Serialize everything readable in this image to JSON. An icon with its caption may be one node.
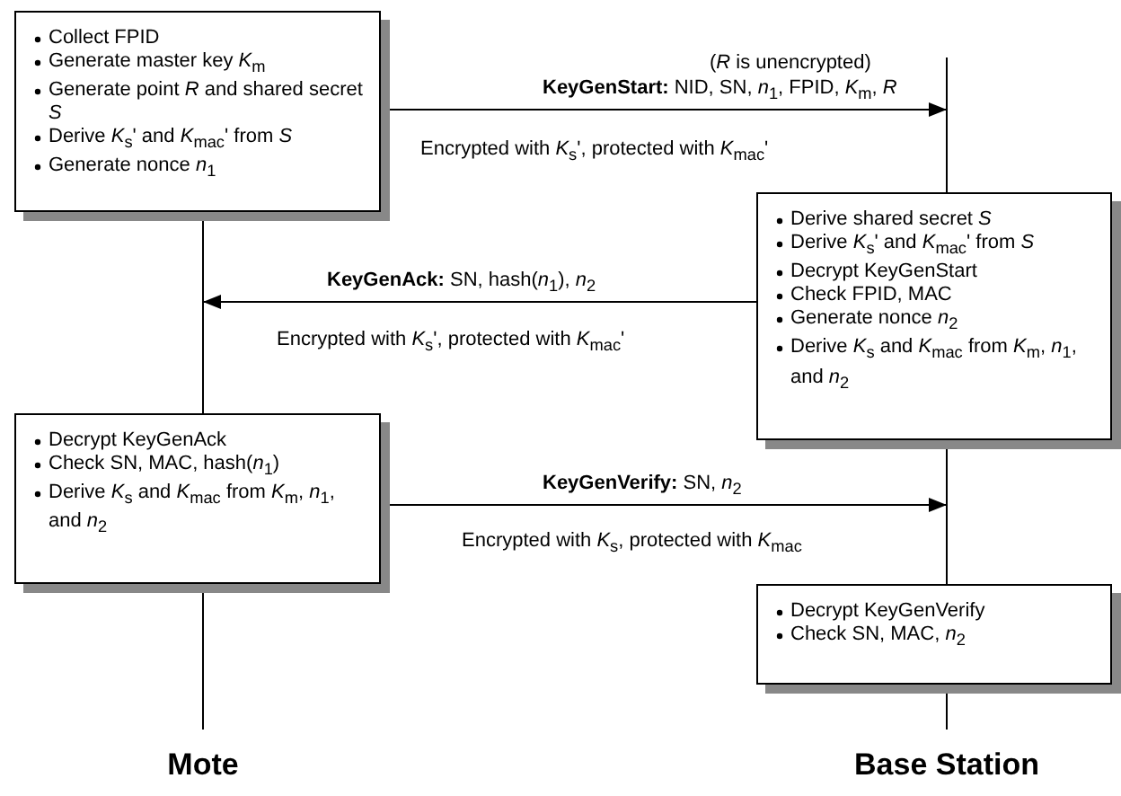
{
  "diagram": {
    "nodes": [
      {
        "text": [
          "Collect FPID",
          "Generate master key *K*$_{m}$",
          "Generate point *R* and shared secret *S*",
          "Derive *K*$_{s}$' and *K*$_{mac}$' from *S*",
          "Generate nonce *n*$_{1}$"
        ]
      },
      {
        "text": [
          "Derive shared secret *S*",
          "Derive *K*$_{s}$' and *K*$_{mac}$' from *S*",
          "Decrypt KeyGenStart",
          "Check FPID, MAC",
          "Generate nonce *n*$_{2}$",
          "Derive *K*$_{s}$ and *K*$_{mac}$ from *K*$_{m}$, *n*$_{1}$, and *n*$_{2}$"
        ]
      },
      {
        "text": [
          "Decrypt KeyGenAck",
          "Check SN, MAC, hash(*n*$_{1}$)",
          "Derive *K*$_{s}$ and *K*$_{mac}$ from *K*$_{m}$, *n*$_{1}$, and *n*$_{2}$"
        ]
      },
      {
        "text": [
          "Decrypt KeyGenVerify",
          "Check SN, MAC, *n*$_{2}$"
        ]
      },
      {
        "text": [
          "Mote"
        ]
      },
      {
        "text": [
          "Base Station"
        ]
      }
    ],
    "edges": [
      {
        "from": 0,
        "to": null,
        "arrow": "to",
        "label": "**KeyGenStart:** NID, SN, *n*$_{1}$, FPID, *K*$_{m}$, *R*"
      },
      {
        "from": 1,
        "to": null,
        "arrow": "to",
        "label": "**KeyGenAck:** SN, hash(*n*$_{1}$), *n*$_{2}$"
      },
      {
        "from": 2,
        "to": null,
        "arrow": "to",
        "label": "**KeyGenVerify:** SN, *n*$_{2}$"
      },
      {
        "from": 0,
        "to": 2,
        "arrow": "none"
      },
      {
        "from": 2,
        "to": 4,
        "arrow": "none"
      },
      {
        "from": null,
        "to": 1,
        "arrow": "none"
      },
      {
        "from": 1,
        "to": 3,
        "arrow": "none"
      },
      {
        "from": 3,
        "to": 5,
        "arrow": "none"
      }
    ],
    "labels": [
      "(*R* is unencrypted)",
      "Encrypted with *K*$_{s}$', protected with *K*$_{mac}$'",
      "Encrypted with *K*$_{s}$', protected with *K*$_{mac}$'",
      "Encrypted with *K*$_{s}$, protected with *K*$_{mac}$"
    ]
  }
}
